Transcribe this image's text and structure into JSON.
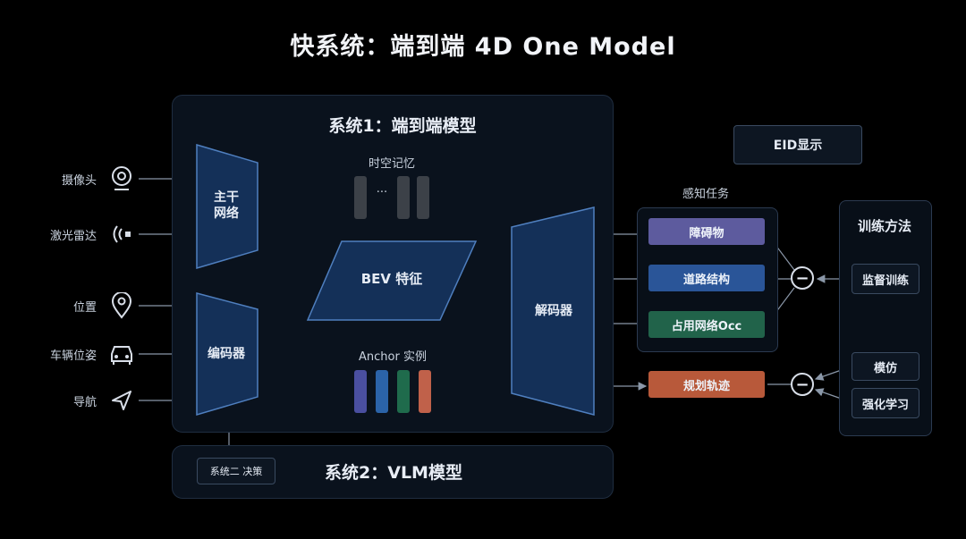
{
  "title": "快系统：端到端 4D One Model",
  "system1": {
    "label": "系统1：端到端模型"
  },
  "system2": {
    "label": "系统2：VLM模型",
    "decision_label": "系统二 决策"
  },
  "inputs": [
    {
      "label": "摄像头",
      "icon": "camera-icon"
    },
    {
      "label": "激光雷达",
      "icon": "lidar-icon"
    },
    {
      "label": "位置",
      "icon": "location-pin-icon"
    },
    {
      "label": "车辆位姿",
      "icon": "car-icon"
    },
    {
      "label": "导航",
      "icon": "navigation-arrow-icon"
    }
  ],
  "backbone": {
    "label_line1": "主干",
    "label_line2": "网络"
  },
  "encoder": {
    "label": "编码器"
  },
  "memory": {
    "label": "时空记忆",
    "dots": "···"
  },
  "bev": {
    "label": "BEV 特征"
  },
  "anchor": {
    "label": "Anchor 实例"
  },
  "decoder": {
    "label": "解码器"
  },
  "eid": {
    "label": "EID显示"
  },
  "perception": {
    "label": "感知任务",
    "tasks": [
      {
        "label": "障碍物",
        "color": "#5d5b9e"
      },
      {
        "label": "道路结构",
        "color": "#2a5598"
      },
      {
        "label": "占用网络Occ",
        "color": "#21634a"
      }
    ]
  },
  "planning": {
    "label": "规划轨迹",
    "color": "#b8593a"
  },
  "training": {
    "label": "训练方法",
    "supervised": "监督训练",
    "imitation": "模仿",
    "reinforcement": "强化学习"
  },
  "minus_symbol": "−",
  "colors": {
    "block_fill": "#143058",
    "block_stroke": "#4f7fbf",
    "anchor_bars": [
      "#4a4fa0",
      "#2b63a8",
      "#1f6b4c",
      "#c0614a"
    ],
    "memory_bars": "#3c4148"
  }
}
